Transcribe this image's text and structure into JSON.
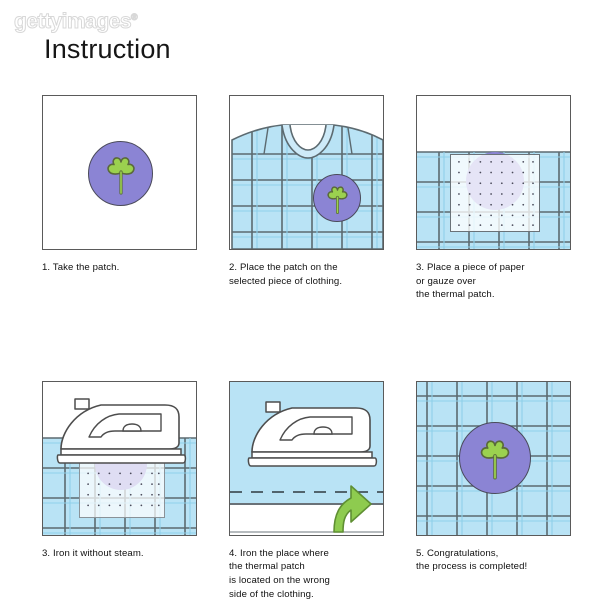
{
  "watermark": {
    "text": "gettyimages",
    "mark": "®"
  },
  "header": {
    "title": "Instruction"
  },
  "colors": {
    "patch_purple": "#8b84d4",
    "clover_green": "#9bd14f",
    "fabric_blue": "#b9e3f5",
    "fabric_line": "#5c6a70",
    "panel_border": "#5a5a5a",
    "arrow_green": "#8ecb4f",
    "iron_white": "#ffffff",
    "text_black": "#111111"
  },
  "steps": [
    {
      "number": "1.",
      "caption": "1. Take the patch.",
      "panel_name": "panel-patch",
      "art": "purple-circle-patch-with-clover"
    },
    {
      "number": "2.",
      "caption": "2. Place the patch on the\n    selected piece of clothing.",
      "panel_name": "panel-shirt",
      "art": "plaid-tshirt-with-patch"
    },
    {
      "number": "3.",
      "caption": "3. Place a piece of paper\n    or gauze over\n    the thermal patch.",
      "panel_name": "panel-gauze",
      "art": "gauze-sheet-over-patch"
    },
    {
      "number": "3.",
      "caption": "3. Iron it without steam.",
      "panel_name": "panel-iron-front",
      "art": "iron-pressing-gauze-over-patch"
    },
    {
      "number": "4.",
      "caption": "4. Iron the place where\n    the thermal patch\n    is located on the wrong\n    side of the clothing.",
      "panel_name": "panel-iron-back",
      "art": "iron-on-reverse-side-with-arrow"
    },
    {
      "number": "5.",
      "caption": "5. Congratulations,\n    the process is completed!",
      "panel_name": "panel-done",
      "art": "finished-patch-on-plaid-fabric"
    }
  ]
}
